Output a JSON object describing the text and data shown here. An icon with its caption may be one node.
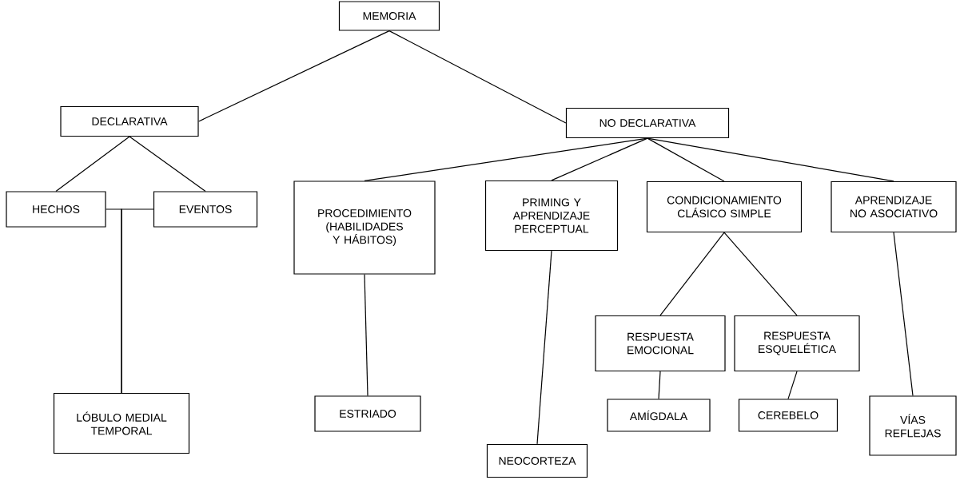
{
  "diagram": {
    "nodes": [
      {
        "text": [
          "MEMORIA"
        ]
      },
      {
        "text": [
          "DECLARATIVA"
        ]
      },
      {
        "text": [
          "NO DECLARATIVA"
        ]
      },
      {
        "text": [
          "HECHOS"
        ]
      },
      {
        "text": [
          "EVENTOS"
        ]
      },
      {
        "text": [
          "PROCEDIMIENTO (HABILIDADES Y HÁBITOS)"
        ]
      },
      {
        "text": [
          "PRIMING Y APRENDIZAJE PERCEPTUAL"
        ]
      },
      {
        "text": [
          "CONDICIONAMIENTO CLÁSICO SIMPLE"
        ]
      },
      {
        "text": [
          "APRENDIZAJE NO ASOCIATIVO"
        ]
      },
      {
        "text": [
          "LÓBULO MEDIAL TEMPORAL"
        ]
      },
      {
        "text": [
          "ESTRIADO"
        ]
      },
      {
        "text": [
          "NEOCORTEZA"
        ]
      },
      {
        "text": [
          "RESPUESTA EMOCIONAL"
        ]
      },
      {
        "text": [
          "RESPUESTA ESQUELÉTICA"
        ]
      },
      {
        "text": [
          "AMÍGDALA"
        ]
      },
      {
        "text": [
          "CEREBELO"
        ]
      },
      {
        "text": [
          "VÍAS REFLEJAS"
        ]
      }
    ],
    "edges": [
      {
        "from": 0,
        "to": 1,
        "arrow": "none"
      },
      {
        "from": 0,
        "to": 2,
        "arrow": "none"
      },
      {
        "from": 1,
        "to": 3,
        "arrow": "none"
      },
      {
        "from": 1,
        "to": 4,
        "arrow": "none"
      },
      {
        "from": 3,
        "to": 9,
        "arrow": "none"
      },
      {
        "from": 4,
        "to": 9,
        "arrow": "none"
      },
      {
        "from": 2,
        "to": 5,
        "arrow": "none"
      },
      {
        "from": 2,
        "to": 6,
        "arrow": "none"
      },
      {
        "from": 2,
        "to": 7,
        "arrow": "none"
      },
      {
        "from": 2,
        "to": 8,
        "arrow": "none"
      },
      {
        "from": 5,
        "to": 10,
        "arrow": "none"
      },
      {
        "from": 6,
        "to": 11,
        "arrow": "none"
      },
      {
        "from": 7,
        "to": 12,
        "arrow": "none"
      },
      {
        "from": 7,
        "to": 13,
        "arrow": "none"
      },
      {
        "from": 12,
        "to": 14,
        "arrow": "none"
      },
      {
        "from": 13,
        "to": 15,
        "arrow": "none"
      },
      {
        "from": 8,
        "to": 16,
        "arrow": "none"
      }
    ]
  }
}
